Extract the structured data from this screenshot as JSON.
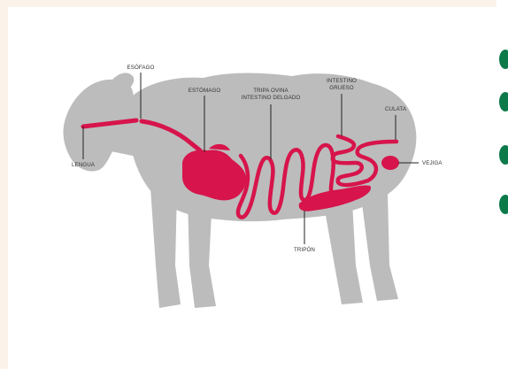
{
  "diagram": {
    "labels": {
      "esofago": "ESÓFAGO",
      "estomago": "ESTÓMAGO",
      "tripa_line1": "TRIPA OVINA",
      "tripa_line2": "INTESTINO DELGADO",
      "grueso_line1": "INTESTINO",
      "grueso_line2": "GRUESO",
      "culata": "CULATA",
      "lengua": "LENGUA",
      "vejiga": "VEJIGA",
      "tripon": "TRIPÓN"
    },
    "colors": {
      "body": "#bcbcbc",
      "organs": "#d7144b",
      "leader": "#222222",
      "accent_dots": "#0d7a4a"
    }
  }
}
